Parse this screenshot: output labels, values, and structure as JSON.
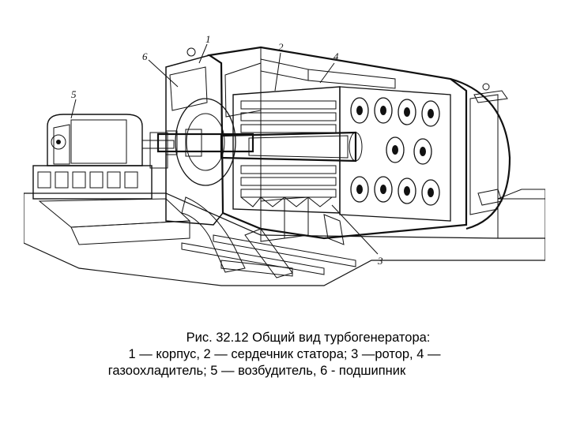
{
  "figure": {
    "callouts": [
      "1",
      "2",
      "3",
      "4",
      "5",
      "6"
    ]
  },
  "caption": {
    "line1": "Рис. 32.12 Общий вид турбогенератора:",
    "line2": "1 — корпус, 2 — сердечник статора; 3 —ротор, 4 —",
    "line3": "газоохладитель; 5 — возбудитель, 6 - подшипник"
  }
}
